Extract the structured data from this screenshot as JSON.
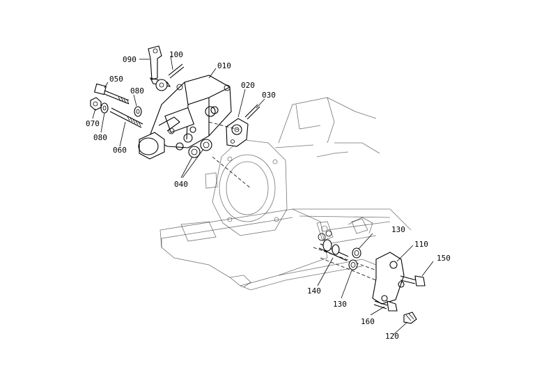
{
  "callouts": {
    "c010": "010",
    "c020": "020",
    "c030": "030",
    "c040": "040",
    "c050": "050",
    "c060": "060",
    "c070": "070",
    "c080a": "080",
    "c080b": "080",
    "c090": "090",
    "c100": "100",
    "c110": "110",
    "c120": "120",
    "c130a": "130",
    "c130b": "130",
    "c140": "140",
    "c150": "150",
    "c160": "160"
  }
}
